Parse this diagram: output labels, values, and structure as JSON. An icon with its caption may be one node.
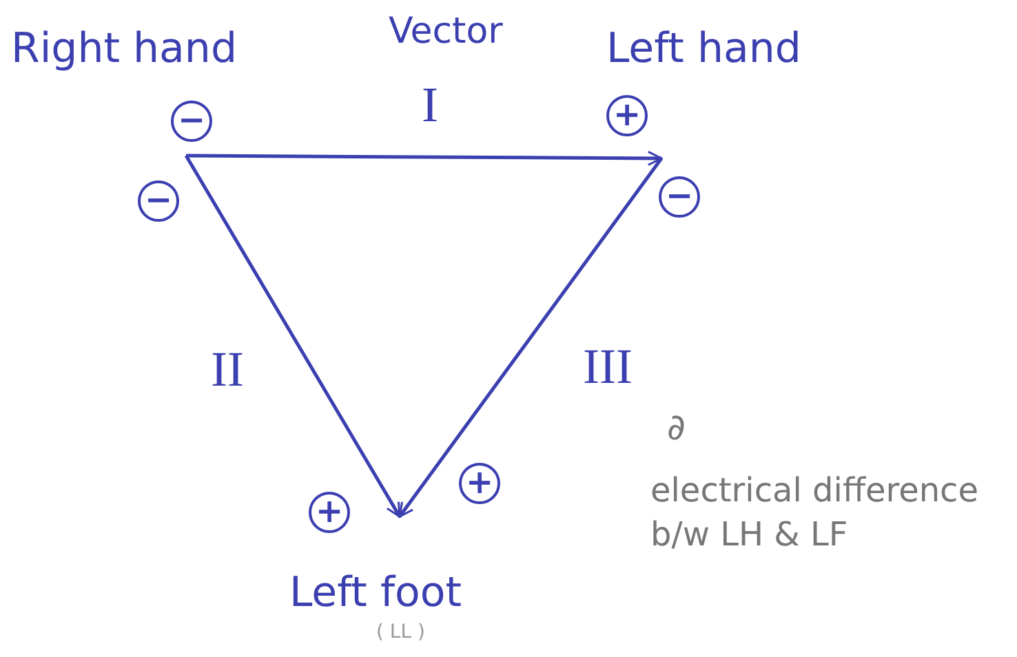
{
  "diagram": {
    "nodes": [
      {
        "text": [
          "Right hand"
        ]
      },
      {
        "text": [
          "Left hand"
        ]
      },
      {
        "text": [
          "Left foot"
        ],
        "beside": [
          "( LL )"
        ]
      }
    ],
    "edges": [
      {
        "from": 0,
        "to": 1,
        "arrow": "to",
        "label": "I"
      },
      {
        "from": 0,
        "to": 2,
        "arrow": "to",
        "label": "II"
      },
      {
        "from": 1,
        "to": 2,
        "arrow": "to",
        "label": "III"
      }
    ],
    "labels": [
      "Vector",
      "−",
      "+",
      "−",
      "−",
      "+",
      "+",
      "∂",
      "electrical difference b/w LH & LF"
    ]
  }
}
